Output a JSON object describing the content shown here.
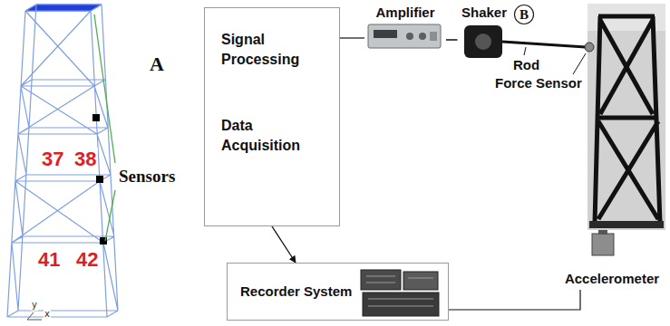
{
  "diagram": {
    "nodes": [
      {
        "text": [
          "Signal Processing",
          "Data Acquisition"
        ]
      },
      {
        "text": [
          "Amplifier"
        ]
      },
      {
        "text": [
          "Shaker"
        ]
      },
      {
        "text": [
          "Accelerometer"
        ]
      },
      {
        "text": [
          "Recorder System"
        ]
      }
    ],
    "edges": [
      {
        "from": 0,
        "to": 1,
        "arrow": "none"
      },
      {
        "from": 1,
        "to": 2,
        "arrow": "none"
      },
      {
        "from": 3,
        "to": 4,
        "arrow": "none"
      },
      {
        "from": 0,
        "to": 4,
        "arrow": "to"
      }
    ],
    "labels": [
      "A",
      "B",
      "Sensors",
      "37",
      "38",
      "41",
      "42",
      "Rod",
      "Force Sensor",
      "y",
      "x"
    ]
  }
}
